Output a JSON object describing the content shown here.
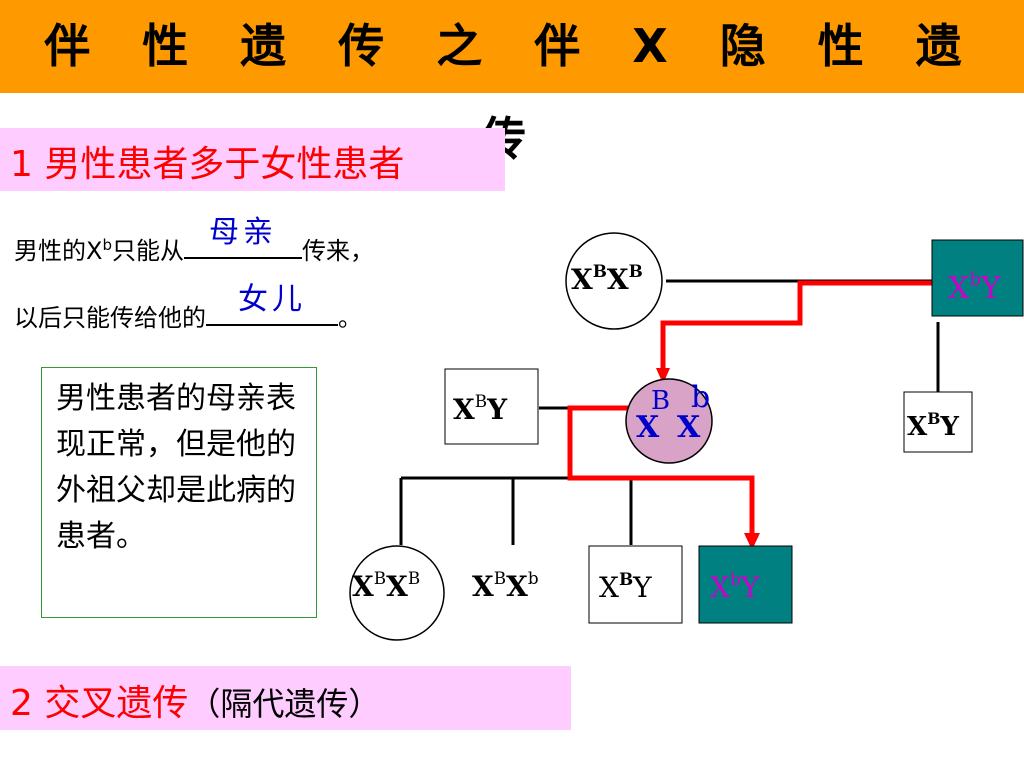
{
  "title": "伴 性 遗 传 之 伴 X 隐 性 遗 传",
  "section1": {
    "label": "1 男性患者多于女性患者"
  },
  "fill_in": {
    "line1_before": "男性的X",
    "line1_sup": "b",
    "line1_mid": "只能从",
    "line1_answer": "母亲",
    "line1_after": "传来，",
    "line2_before": "以后只能传给他的",
    "line2_answer": "女儿",
    "line2_after": "。"
  },
  "note": "男性患者的母亲表现正常，但是他的外祖父却是此病的患者。",
  "section2": {
    "label": "2 交叉遗传",
    "sub": "（隔代遗传）"
  },
  "pedigree": {
    "grandmother": {
      "x1": "X",
      "s1": "B",
      "x2": "X",
      "s2": "B"
    },
    "grandfather": {
      "x": "X",
      "s": "b",
      "y": "Y"
    },
    "uncle": {
      "x": "X",
      "s": "B",
      "y": "Y"
    },
    "father": {
      "x": "X",
      "s": "B",
      "y": "Y"
    },
    "mother": {
      "s1": "B",
      "s2": "b",
      "x1": "X",
      "x2": "X"
    },
    "child1": {
      "x1": "X",
      "s1": "B",
      "x2": "X",
      "s2": "B"
    },
    "child2": {
      "x1": "X",
      "s1": "B",
      "x2": "X",
      "s2": "b"
    },
    "child3": {
      "x": "X",
      "s": "B",
      "y": "Y"
    },
    "child4": {
      "x": "X",
      "s": "b",
      "y": "Y"
    }
  },
  "colors": {
    "title_bar": "#ff9900",
    "section_bg": "#ffccff",
    "section_text": "#ff0000",
    "affected_fill": "#008080",
    "affected_text": "#cc00cc",
    "carrier_fill": "#d9a3c7",
    "carrier_text": "#0000cc",
    "inheritance_arrow": "#ff0000",
    "answer_text": "#0000cc"
  }
}
